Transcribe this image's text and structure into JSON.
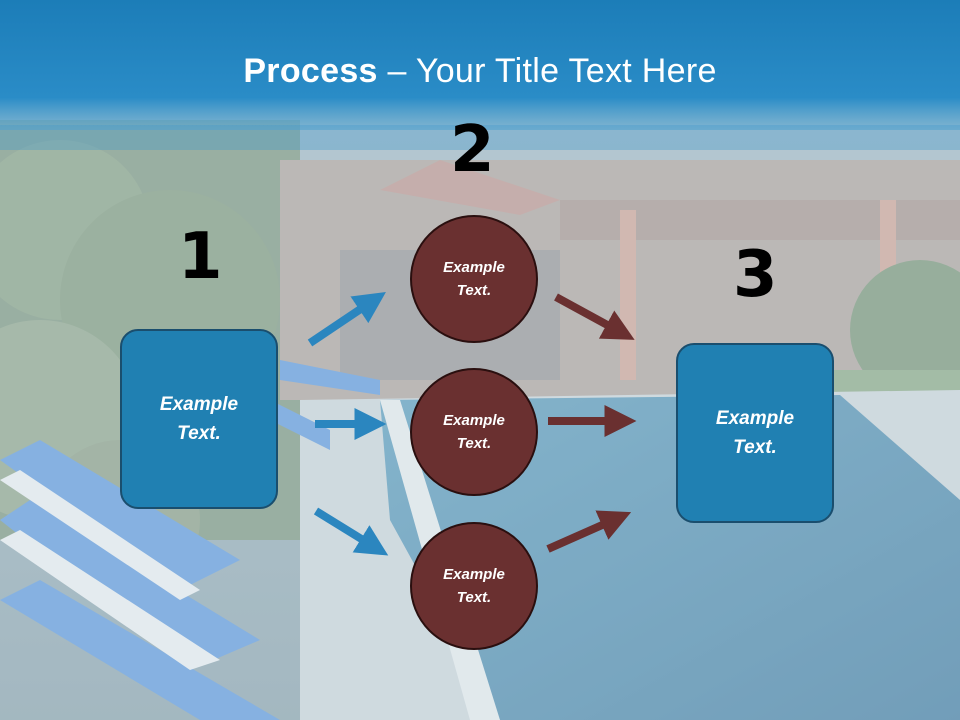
{
  "title": {
    "bold": "Process",
    "rest": " – Your Title Text Here"
  },
  "steps": {
    "one": "1",
    "two": "2",
    "three": "3"
  },
  "nodes": {
    "left_box": {
      "line1": "Example",
      "line2": "Text."
    },
    "circle_top": {
      "line1": "Example",
      "line2": "Text."
    },
    "circle_middle": {
      "line1": "Example",
      "line2": "Text."
    },
    "circle_bottom": {
      "line1": "Example",
      "line2": "Text."
    },
    "right_box": {
      "line1": "Example",
      "line2": "Text."
    }
  },
  "colors": {
    "title_band": "#1f86c0",
    "box_fill": "#2080b2",
    "circle_fill": "#6a3030",
    "blue_arrow": "#2b86bf",
    "red_arrow": "#6a3030"
  }
}
